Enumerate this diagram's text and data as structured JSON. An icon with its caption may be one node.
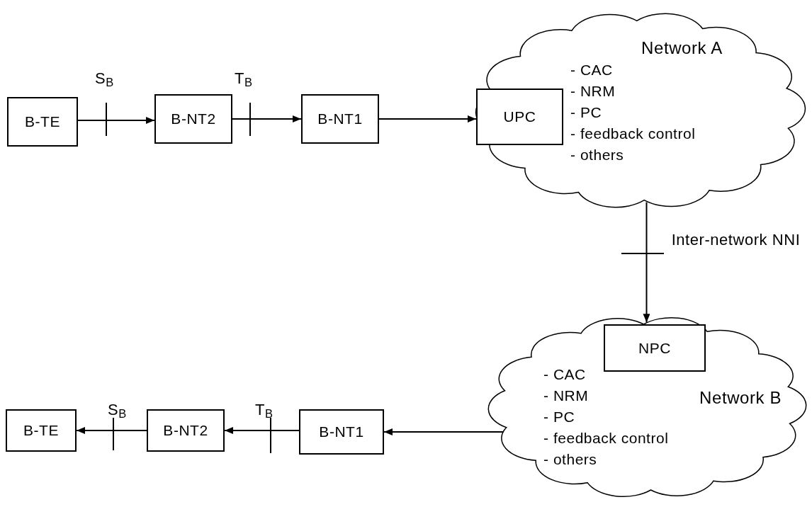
{
  "diagram": {
    "nodes": [
      {
        "text": [
          "B-TE"
        ]
      },
      {
        "text": [
          "B-NT2"
        ]
      },
      {
        "text": [
          "B-NT1"
        ]
      },
      {
        "text": [
          "Network A",
          "- CAC",
          "- NRM",
          "- PC",
          "- feedback control",
          "- others"
        ]
      },
      {
        "text": [
          "UPC"
        ],
        "in": 3
      },
      {
        "text": [
          "Network B",
          "- CAC",
          "- NRM",
          "- PC",
          "- feedback control",
          "- others"
        ]
      },
      {
        "text": [
          "NPC"
        ],
        "in": 5
      },
      {
        "text": [
          "B-NT1"
        ]
      },
      {
        "text": [
          "B-NT2"
        ]
      },
      {
        "text": [
          "B-TE"
        ]
      }
    ],
    "edges": [
      {
        "from": 0,
        "to": 1,
        "arrow": "to"
      },
      {
        "from": 1,
        "to": 2,
        "arrow": "to"
      },
      {
        "from": 2,
        "to": 4,
        "arrow": "to"
      },
      {
        "from": 3,
        "to": 5,
        "arrow": "to"
      },
      {
        "from": 5,
        "to": 7,
        "arrow": "to"
      },
      {
        "from": 7,
        "to": 8,
        "arrow": "to"
      },
      {
        "from": 8,
        "to": 9,
        "arrow": "to"
      }
    ],
    "labels": [
      "S$_{B}$",
      "T$_{B}$",
      "Inter-network NNI",
      "S$_{B}$",
      "T$_{B}$"
    ]
  }
}
